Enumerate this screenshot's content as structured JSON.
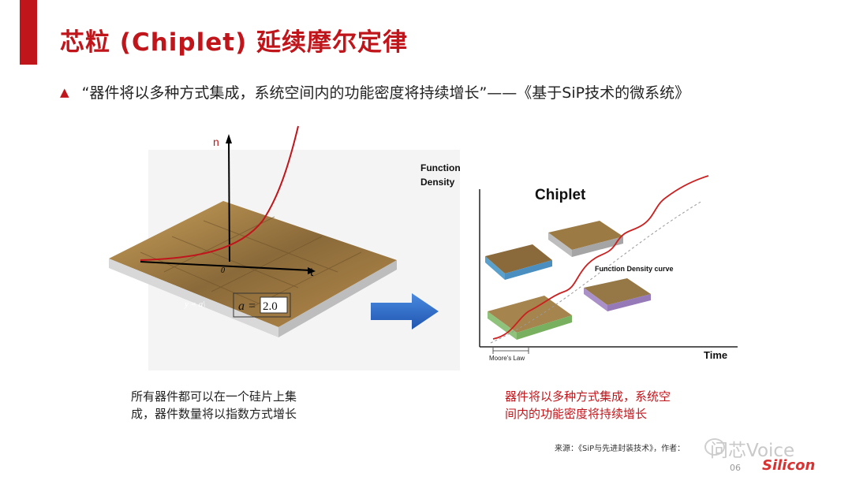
{
  "slide": {
    "title": "芯粒 (Chiplet) 延续摩尔定律",
    "quote": "“器件将以多种方式集成，系统空间内的功能密度将持续增长”——《基于SiP技术的微系统》",
    "accent_color": "#c0151b",
    "bullet_icon": "triangle-icon"
  },
  "left_figure": {
    "axis_y_label": "n",
    "axis_x_label": "t",
    "origin_label": "0",
    "slider_prefix": "a =",
    "slider_value": "2.0",
    "small_label": "y = a\\"
  },
  "arrow": {
    "icon": "right-arrow-icon",
    "color": "#2f6fc9"
  },
  "right_figure": {
    "y_label_line1": "Function",
    "y_label_line2": "Density",
    "x_label": "Time",
    "chiplet_label": "Chiplet",
    "curve_label": "Function Density curve",
    "moore_label": "Moore's Law"
  },
  "captions": {
    "left_line1": "所有器件都可以在一个硅片上集",
    "left_line2": "成，器件数量将以指数方式增长",
    "right_line1": "器件将以多种方式集成，系统空",
    "right_line2": "间内的功能密度将持续增长"
  },
  "footer": {
    "source": "来源：《SiP与先进封装技术》，作者：",
    "watermark_voice": "问芯Voice",
    "watermark_silicon": "Silicon",
    "page_number": "06"
  }
}
